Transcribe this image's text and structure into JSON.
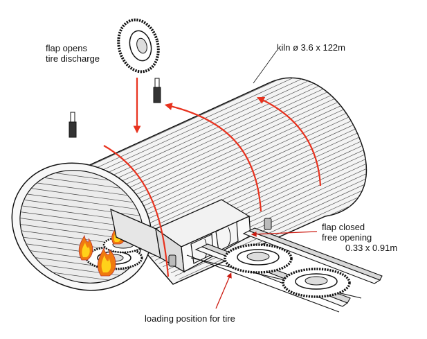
{
  "labels": {
    "flap_opens_line1": "flap opens",
    "flap_opens_line2": "tire discharge",
    "kiln_dimension": "kiln ø 3.6 x 122m",
    "flap_closed_line1": "flap closed",
    "flap_closed_line2": "free opening",
    "flap_closed_line3": "0.33 x 0.91m",
    "loading_position": "loading position for tire"
  },
  "colors": {
    "arrow_red": "#e8321e",
    "pointer_red": "#cc1a10",
    "outline": "#111111",
    "stripe": "#555555",
    "fire_orange": "#f07a10",
    "fire_yellow": "#ffd21a",
    "post_gray": "#333333"
  },
  "icons": {
    "tire": "tire-icon",
    "flame": "flame-icon",
    "post": "post-icon"
  }
}
